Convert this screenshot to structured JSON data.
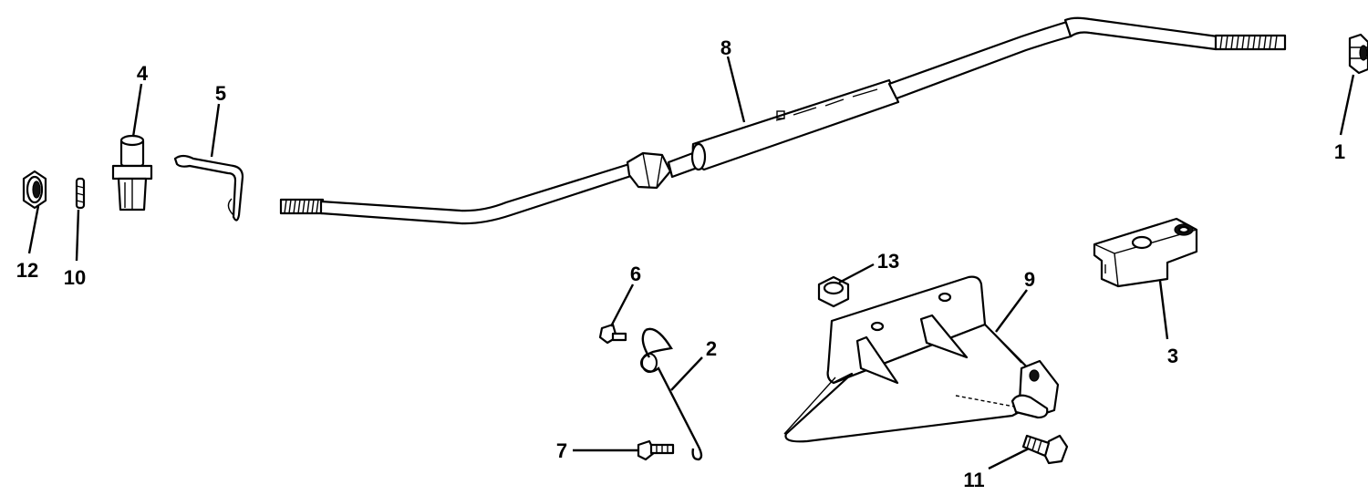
{
  "diagram": {
    "callouts": [
      {
        "id": "1",
        "label": "1"
      },
      {
        "id": "2",
        "label": "2"
      },
      {
        "id": "3",
        "label": "3"
      },
      {
        "id": "4",
        "label": "4"
      },
      {
        "id": "5",
        "label": "5"
      },
      {
        "id": "6",
        "label": "6"
      },
      {
        "id": "7",
        "label": "7"
      },
      {
        "id": "8",
        "label": "8"
      },
      {
        "id": "9",
        "label": "9"
      },
      {
        "id": "10",
        "label": "10"
      },
      {
        "id": "11",
        "label": "11"
      },
      {
        "id": "12",
        "label": "12"
      },
      {
        "id": "13",
        "label": "13"
      }
    ],
    "parts": [
      {
        "ref": "1",
        "icon": "hex-nut-icon"
      },
      {
        "ref": "2",
        "icon": "wire-spring-clip-icon"
      },
      {
        "ref": "3",
        "icon": "connector-block-icon"
      },
      {
        "ref": "4",
        "icon": "pivot-bushing-icon"
      },
      {
        "ref": "5",
        "icon": "retaining-clip-icon"
      },
      {
        "ref": "6",
        "icon": "screw-icon"
      },
      {
        "ref": "7",
        "icon": "screw-icon"
      },
      {
        "ref": "8",
        "icon": "throttle-rod-assembly-icon"
      },
      {
        "ref": "9",
        "icon": "mounting-bracket-icon"
      },
      {
        "ref": "10",
        "icon": "spring-washer-icon"
      },
      {
        "ref": "11",
        "icon": "bolt-icon"
      },
      {
        "ref": "12",
        "icon": "hex-nut-icon"
      },
      {
        "ref": "13",
        "icon": "hex-nut-icon"
      }
    ]
  }
}
